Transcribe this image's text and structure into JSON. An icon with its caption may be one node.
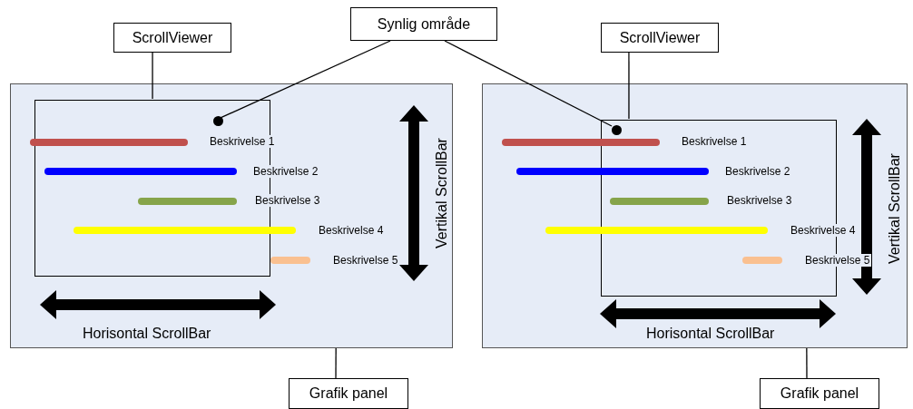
{
  "diagram": {
    "nodes": [
      {
        "text": [
          "ScrollViewer"
        ]
      },
      {
        "text": [
          "Synlig område"
        ]
      },
      {
        "text": [
          "ScrollViewer"
        ]
      },
      {
        "text": [],
        "shape": "box"
      },
      {
        "text": [],
        "shape": "box",
        "in": 3
      },
      {
        "text": [],
        "shape": "circle",
        "in": 4
      },
      {
        "text": [],
        "shape": "box"
      },
      {
        "text": [],
        "shape": "box",
        "in": 6
      },
      {
        "text": [],
        "shape": "circle",
        "in": 7
      },
      {
        "text": [
          "Grafik panel"
        ]
      },
      {
        "text": [
          "Grafik panel"
        ]
      }
    ],
    "edges": [
      {
        "from": 0,
        "to": 4,
        "arrow": "none"
      },
      {
        "from": 1,
        "to": 5,
        "arrow": "none"
      },
      {
        "from": 1,
        "to": 8,
        "arrow": "none"
      },
      {
        "from": 2,
        "to": 7,
        "arrow": "none"
      },
      {
        "from": 9,
        "to": 3,
        "arrow": "none"
      },
      {
        "from": 10,
        "to": 6,
        "arrow": "none"
      }
    ],
    "labels": [
      "Beskrivelse 1",
      "Beskrivelse 2",
      "Beskrivelse 3",
      "Beskrivelse 4",
      "Beskrivelse 5",
      "Horisontal ScrollBar",
      "Vertikal ScrollBar",
      "Beskrivelse 1",
      "Beskrivelse 2",
      "Beskrivelse 3",
      "Beskrivelse 4",
      "Beskrivelse 5",
      "Horisontal ScrollBar",
      "Vertikal ScrollBar"
    ]
  }
}
